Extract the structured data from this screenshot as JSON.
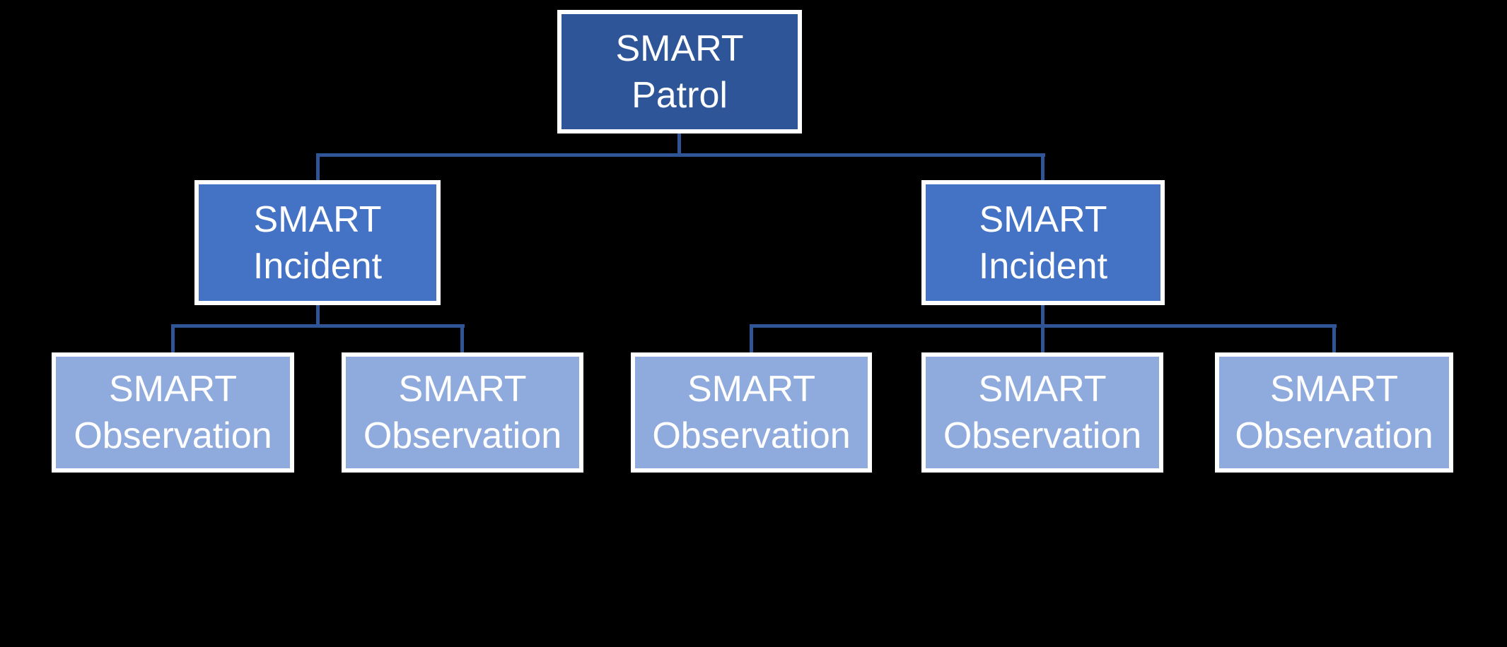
{
  "diagram": {
    "type": "hierarchy",
    "colors": {
      "background": "#000000",
      "fill_level1": "#2E5597",
      "fill_level2": "#4472C4",
      "fill_level3": "#8FAADC",
      "box_border": "#FFFFFF",
      "connector": "#2F5597",
      "text": "#FFFFFF"
    },
    "nodes": [
      {
        "id": "patrol",
        "level": 1,
        "line1": "SMART",
        "line2": "Patrol",
        "parent": null
      },
      {
        "id": "incident-1",
        "level": 2,
        "line1": "SMART",
        "line2": "Incident",
        "parent": "patrol"
      },
      {
        "id": "incident-2",
        "level": 2,
        "line1": "SMART",
        "line2": "Incident",
        "parent": "patrol"
      },
      {
        "id": "observation-1",
        "level": 3,
        "line1": "SMART",
        "line2": "Observation",
        "parent": "incident-1"
      },
      {
        "id": "observation-2",
        "level": 3,
        "line1": "SMART",
        "line2": "Observation",
        "parent": "incident-1"
      },
      {
        "id": "observation-3",
        "level": 3,
        "line1": "SMART",
        "line2": "Observation",
        "parent": "incident-2"
      },
      {
        "id": "observation-4",
        "level": 3,
        "line1": "SMART",
        "line2": "Observation",
        "parent": "incident-2"
      },
      {
        "id": "observation-5",
        "level": 3,
        "line1": "SMART",
        "line2": "Observation",
        "parent": "incident-2"
      }
    ]
  }
}
